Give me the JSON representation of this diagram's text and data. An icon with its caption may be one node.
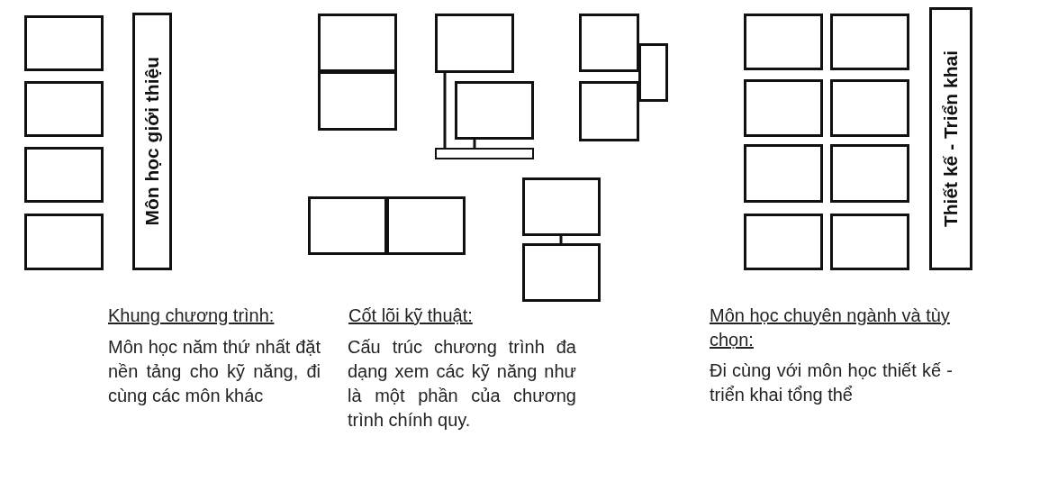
{
  "diagram": {
    "nodes": [
      {
        "text": [],
        "shape": "box"
      },
      {
        "text": [],
        "shape": "box"
      },
      {
        "text": [],
        "shape": "box"
      },
      {
        "text": [],
        "shape": "box"
      },
      {
        "text": [
          "Môn học giới thiệu"
        ]
      },
      {
        "text": [],
        "shape": "box"
      },
      {
        "text": [],
        "shape": "box"
      },
      {
        "text": [],
        "shape": "box"
      },
      {
        "text": [],
        "shape": "box"
      },
      {
        "text": [],
        "shape": "bar"
      },
      {
        "text": [],
        "shape": "box"
      },
      {
        "text": [],
        "shape": "box"
      },
      {
        "text": [],
        "shape": "box"
      },
      {
        "text": [],
        "shape": "box"
      },
      {
        "text": [],
        "shape": "box"
      },
      {
        "text": [],
        "shape": "box"
      },
      {
        "text": [],
        "shape": "box"
      },
      {
        "text": [],
        "shape": "box"
      },
      {
        "text": [],
        "shape": "box"
      },
      {
        "text": [],
        "shape": "box"
      },
      {
        "text": [],
        "shape": "box"
      },
      {
        "text": [],
        "shape": "box"
      },
      {
        "text": [],
        "shape": "box"
      },
      {
        "text": [],
        "shape": "box"
      },
      {
        "text": [],
        "shape": "box"
      },
      {
        "text": [
          "Thiết kế - Triển khai"
        ]
      }
    ],
    "edges": [
      {
        "from": 7,
        "to": 9,
        "arrow": "none"
      },
      {
        "from": 8,
        "to": 9,
        "arrow": "none"
      },
      {
        "from": 15,
        "to": 16,
        "arrow": "none"
      }
    ],
    "labels": [
      "Khung chương trình:",
      "Cốt lõi kỹ thuật:",
      "Môn học chuyên ngành và tùy chọn:",
      "Môn học năm thứ nhất đặt nền tảng cho kỹ năng, đi cùng các môn khác",
      "Cấu trúc chương trình đa dạng xem các kỹ năng như là một phần của chương trình chính quy.",
      "Đi cùng với môn học thiết kế - triển khai tổng thể"
    ]
  }
}
